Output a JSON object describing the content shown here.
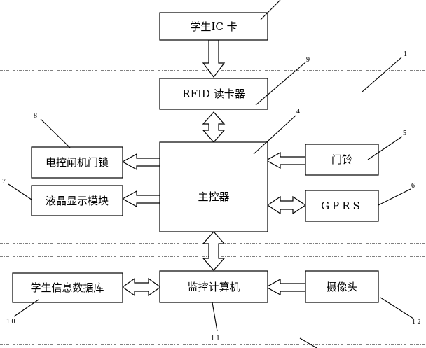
{
  "blocks": {
    "student_card": "学生IC 卡",
    "rfid_reader": "RFID 读卡器",
    "gate_lock": "电控闸机门锁",
    "lcd_module": "液晶显示模块",
    "main_controller": "主控器",
    "doorbell": "门铃",
    "gprs": "GPRS",
    "student_db": "学生信息数据库",
    "monitor_computer": "监控计算机",
    "camera": "摄像头"
  },
  "reference_numbers": {
    "n1": "1",
    "n4": "4",
    "n5": "5",
    "n6": "6",
    "n7": "7",
    "n8": "8",
    "n9": "9",
    "n10": "1 0",
    "n11": "1 1",
    "n12": "1 2"
  }
}
